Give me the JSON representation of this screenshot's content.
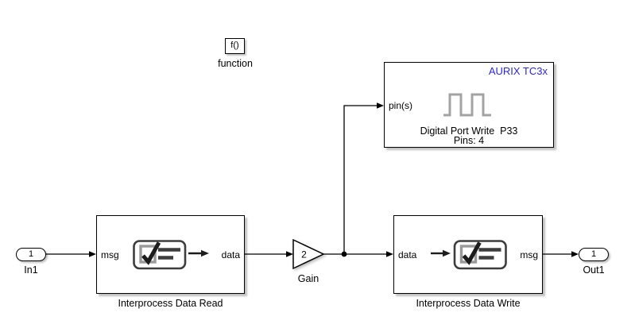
{
  "colors": {
    "background": "#ffffff",
    "wire": "#000000",
    "block-border": "#000000",
    "block-fill": "#ffffff",
    "aurix-blue": "#2828d7",
    "wave-gray": "#a3a3a3",
    "icon-dark": "#1c1c1c",
    "icon-mid": "#3d3d3d",
    "icon-light": "#9a9a9a"
  },
  "function_block": {
    "label": "f()",
    "caption": "function"
  },
  "aurix_block": {
    "badge": "AURIX TC3x",
    "input_port": "pin(s)",
    "title": "Digital Port Write  P33",
    "subtitle": "Pins: 4",
    "icon": "square-wave-icon"
  },
  "inport": {
    "value": "1",
    "caption": "In1"
  },
  "outport": {
    "value": "1",
    "caption": "Out1"
  },
  "read_block": {
    "input_port": "msg",
    "output_port": "data",
    "caption": "Interprocess Data Read",
    "icon": "message-read-icon"
  },
  "gain_block": {
    "value": "2",
    "caption": "Gain"
  },
  "write_block": {
    "input_port": "data",
    "output_port": "msg",
    "caption": "Interprocess Data Write",
    "icon": "message-write-icon"
  }
}
